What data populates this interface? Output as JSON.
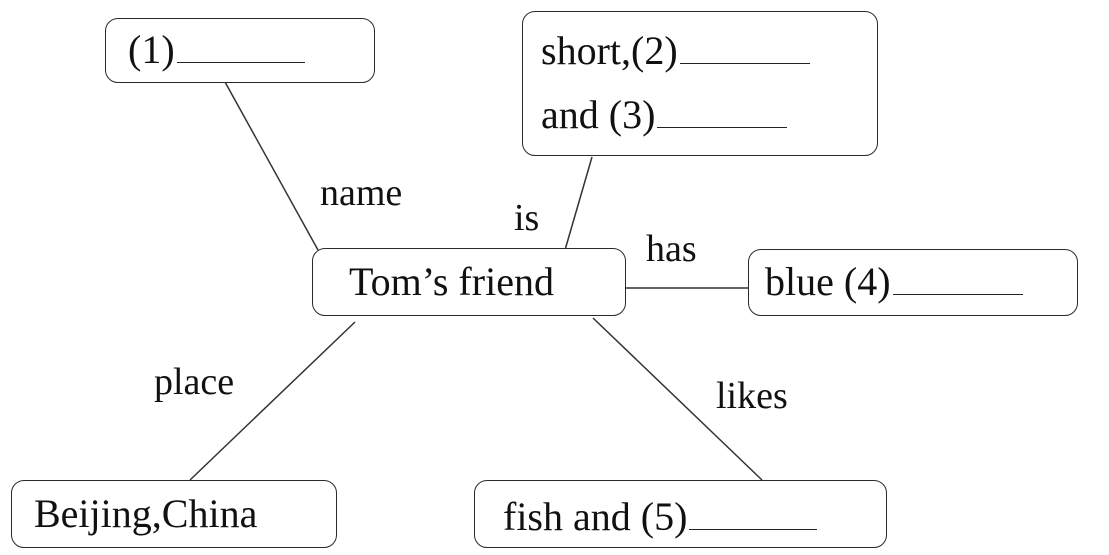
{
  "center": {
    "label": "Tom’s friend"
  },
  "branches": {
    "name": {
      "relation": "name",
      "text": "(1)"
    },
    "is": {
      "relation": "is",
      "line1": "short,(2)",
      "line2": "and (3)"
    },
    "has": {
      "relation": "has",
      "text": "blue (4)"
    },
    "place": {
      "relation": "place",
      "text": "Beijing,China"
    },
    "likes": {
      "relation": "likes",
      "text": "fish and (5)"
    }
  },
  "colors": {
    "line": "#333333",
    "border": "#2a2a2a",
    "text": "#111111"
  }
}
